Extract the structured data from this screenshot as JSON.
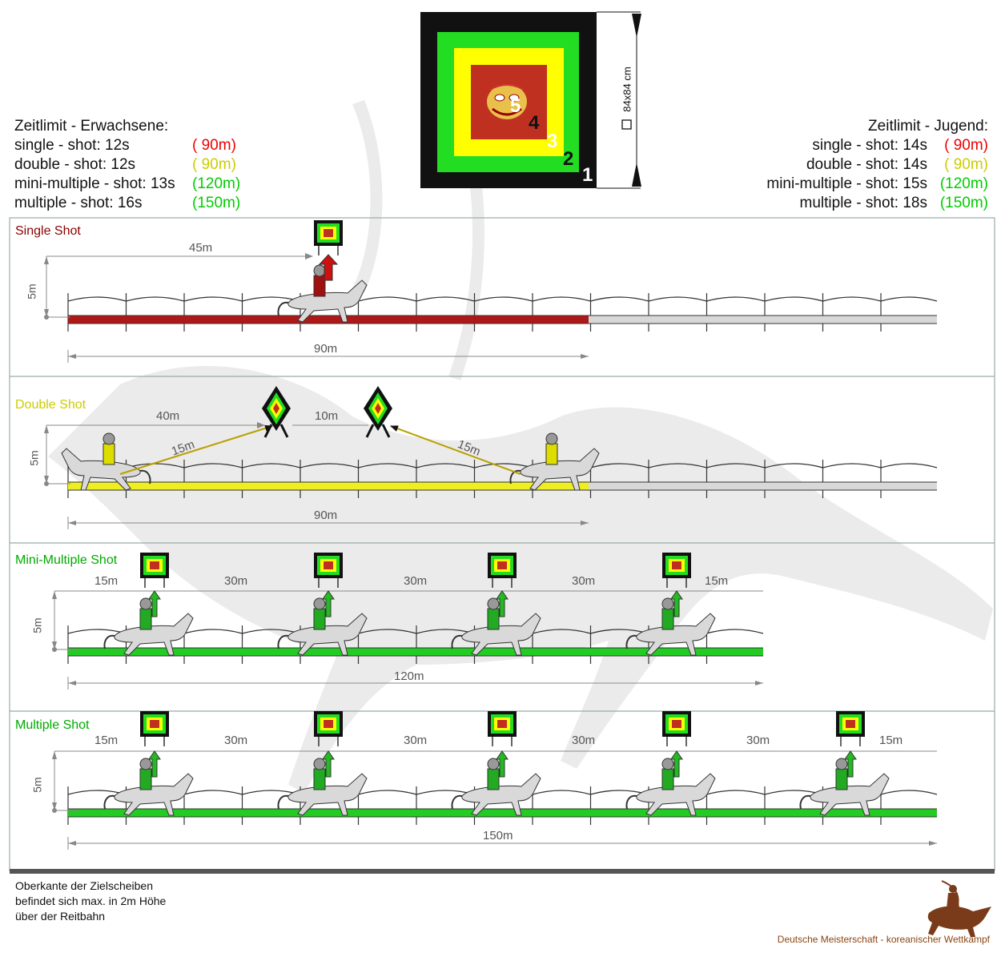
{
  "target": {
    "dimension_label": "84x84 cm",
    "ring_numbers": [
      "5",
      "4",
      "3",
      "2",
      "1"
    ],
    "colors": {
      "outer": "#111111",
      "ring2": "#22dd22",
      "ring3": "#ffff00",
      "center": "#c03020"
    }
  },
  "time_limits": {
    "adults": {
      "title": "Zeitlimit - Erwachsene:",
      "rows": [
        {
          "label": "single - shot: 12s",
          "distance": "(   90m)",
          "color": "#ee0000"
        },
        {
          "label": "double - shot: 12s",
          "distance": "(   90m)",
          "color": "#cccc00"
        },
        {
          "label": "mini-multiple - shot: 13s",
          "distance": "(120m)",
          "color": "#00cc00"
        },
        {
          "label": "multiple - shot: 16s",
          "distance": "(150m)",
          "color": "#00cc00"
        }
      ]
    },
    "youth": {
      "title": "Zeitlimit - Jugend:",
      "rows": [
        {
          "label": "single - shot: 14s",
          "distance": "(   90m)",
          "color": "#ee0000"
        },
        {
          "label": "double - shot: 14s",
          "distance": "(   90m)",
          "color": "#cccc00"
        },
        {
          "label": "mini-multiple - shot: 15s",
          "distance": "(120m)",
          "color": "#00cc00"
        },
        {
          "label": "multiple - shot: 18s",
          "distance": "(150m)",
          "color": "#00cc00"
        }
      ]
    }
  },
  "sections": {
    "single": {
      "title": "Single Shot",
      "title_color": "#8b0000",
      "track_color": "#b01818",
      "height_label": "5m",
      "top_dims": [
        "45m"
      ],
      "bottom_dim": "90m"
    },
    "double": {
      "title": "Double Shot",
      "title_color": "#cccc00",
      "track_color": "#eeee22",
      "height_label": "5m",
      "top_dims": [
        "40m",
        "10m"
      ],
      "diag_labels": [
        "15m",
        "15m"
      ],
      "bottom_dim": "90m"
    },
    "mini": {
      "title": "Mini-Multiple Shot",
      "title_color": "#00aa00",
      "track_color": "#22cc22",
      "height_label": "5m",
      "top_dims": [
        "15m",
        "30m",
        "30m",
        "30m",
        "15m"
      ],
      "bottom_dim": "120m"
    },
    "multiple": {
      "title": "Multiple Shot",
      "title_color": "#00aa00",
      "track_color": "#22cc22",
      "height_label": "5m",
      "top_dims": [
        "15m",
        "30m",
        "30m",
        "30m",
        "30m",
        "15m"
      ],
      "bottom_dim": "150m"
    }
  },
  "note": {
    "line1": "Oberkante der Zielscheiben",
    "line2": "befindet sich max. in 2m Höhe",
    "line3": "über der Reitbahn"
  },
  "footer": "Deutsche Meisterschaft - koreanischer Wettkampf"
}
